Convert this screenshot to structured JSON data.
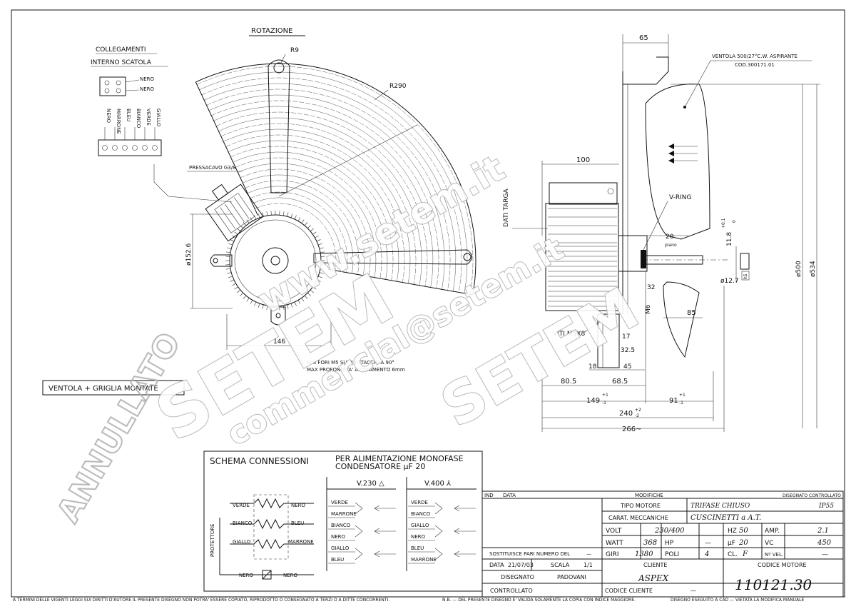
{
  "rotation_title": "ROTAZIONE",
  "connections_title_1": "COLLEGAMENTI",
  "connections_title_2": "INTERNO SCATOLA",
  "box_wire_labels": [
    "NERO",
    "NERO"
  ],
  "terminal_wire_labels": [
    "NERO",
    "MARRONE",
    "BLEU",
    "BIANCO",
    "VERDE",
    "GIALLO"
  ],
  "cable_gland": "PRESSACAVO G3/8",
  "radius_small": "R9",
  "radius_large": "R290",
  "dia_flange": "ø152.6",
  "dim_146": "146",
  "holes_note_1": "N°8 FORI M5 SUI 4 ATTACCHI A 90°",
  "holes_note_2": "MAX PROFONDITA' AVVITAMENTO 6mm",
  "assembly_label": "VENTOLA + GRIGLIA MONTATE",
  "watermark_big": "SETEM",
  "watermark_site": "www.setem.it",
  "watermark_mail": "commercial@setem.it",
  "watermark_void": "ANNULLATO",
  "side_view": {
    "dim_65": "65",
    "fan_note_1": "VENTOLA 500/27°C.W. ASPIRANTE",
    "fan_note_2": "COD.300171.01",
    "dim_100": "100",
    "plate": "DATI TARGA",
    "v_ring": "V-RING",
    "dim_20": "20",
    "piano": "piano",
    "dim_11_8": "11.8",
    "tol_11_8_top": "+0.1",
    "tol_11_8_bot": "0",
    "dia_12_7": "ø12.7",
    "dim_h5": "h5",
    "dim_32": "32",
    "dim_m6": "M6",
    "dim_85": "85",
    "dia_500": "ø500",
    "dia_534": "ø534",
    "screws": "VITI M5X8",
    "dim_17": "17",
    "dim_32_5": "32.5",
    "dim_18": "18",
    "dim_45": "45",
    "dim_80_5": "80.5",
    "dim_68_5": "68.5",
    "dim_149": "149",
    "tol_149_top": "+1",
    "tol_149_bot": "-1",
    "dim_91": "91",
    "tol_91_top": "+1",
    "tol_91_bot": "-1",
    "dim_240": "240",
    "tol_240_top": "+2",
    "tol_240_bot": "-2",
    "dim_266": "266~"
  },
  "schema": {
    "title": "SCHEMA CONNESSIONI",
    "supply_1": "PER ALIMENTAZIONE MONOFASE",
    "supply_2": "CONDENSATORE µF 20",
    "v230": "V.230 △",
    "v400": "V.400 ⅄",
    "left_labels": [
      "VERDE",
      "BIANCO",
      "GIALLO"
    ],
    "right_labels": [
      "NERO",
      "BLEU",
      "MARRONE"
    ],
    "protector": "PROTETTORE",
    "bottom_left": "NERO",
    "bottom_right": "NERO",
    "col230": [
      "VERDE",
      "MARRONE",
      "BIANCO",
      "NERO",
      "GIALLO",
      "BLEU"
    ],
    "col400": [
      "VERDE",
      "BIANCO",
      "GIALLO",
      "NERO",
      "BLEU",
      "MARRONE"
    ]
  },
  "title_block": {
    "h_ind": "IND",
    "h_data": "DATA",
    "h_modifiche": "MODIFICHE",
    "h_disegnato_controllato": "DISEGNATO CONTROLLATO",
    "tipo_motore_label": "TIPO MOTORE",
    "tipo_motore": "TRIFASE CHIUSO",
    "ip": "IP55",
    "carat_label": "CARAT. MECCANICHE",
    "carat": "CUSCINETTI a A.T.",
    "volt_label": "VOLT",
    "volt": "230/400",
    "hz_label": "HZ",
    "hz": "50",
    "amp_label": "AMP.",
    "amp": "2.1",
    "watt_label": "WATT",
    "watt": "368",
    "hp_label": "HP",
    "hp": "—",
    "uf_label": "µF",
    "uf": "20",
    "vc_label": "VC",
    "vc": "450",
    "sostituisce_label": "SOSTITUISCE PARI NUMERO DEL",
    "sostituisce": "—",
    "giri_label": "GIRI",
    "giri": "1380",
    "poli_label": "POLI",
    "poli": "4",
    "cl_label": "CL.",
    "cl": "F",
    "nvel_label": "Nº VEL.",
    "nvel": "—",
    "data_label": "DATA",
    "data": "21/07/03",
    "scala_label": "SCALA",
    "scala": "1/1",
    "cliente_label": "CLIENTE",
    "cliente": "ASPEX",
    "codice_motore_label": "CODICE MOTORE",
    "codice_motore": "110121.30",
    "disegnato_label": "DISEGNATO",
    "disegnato": "PADOVANI",
    "controllato_label": "CONTROLLATO",
    "codice_cliente_label": "CODICE CLIENTE",
    "codice_cliente": "—"
  },
  "footer_left": "A TERMINI DELLE VIGENTI LEGGI SUI DIRITTI D'AUTORE IL PRESENTE DISEGNO NON POTRA' ESSERE COPIATO, RIPRODOTTO O CONSEGNATO A TERZI O A DITTE CONCORRENTI.",
  "footer_mid": "N.B. — DEL PRESENTE DISEGNO E' VALIDA SOLAMENTE LA COPIA CON INDICE MAGGIORE.",
  "footer_right": "DISEGNO ESEGUITO A CAD — VIETATA LA MODIFICA MANUALE"
}
